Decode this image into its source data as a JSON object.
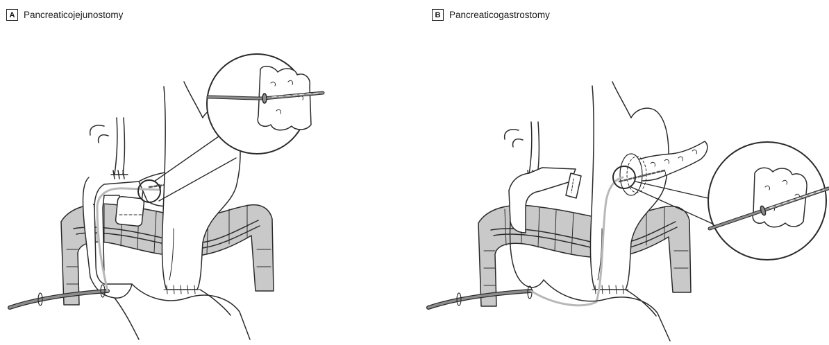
{
  "panels": [
    {
      "letter": "A",
      "title": "Pancreaticojejunostomy"
    },
    {
      "letter": "B",
      "title": "Pancreaticogastrostomy"
    }
  ],
  "colors": {
    "line": "#2a2a2a",
    "colon": "#c9c9c9",
    "tube": "#8d8d8d",
    "tube_light": "#b8b8b8",
    "background": "#ffffff"
  }
}
